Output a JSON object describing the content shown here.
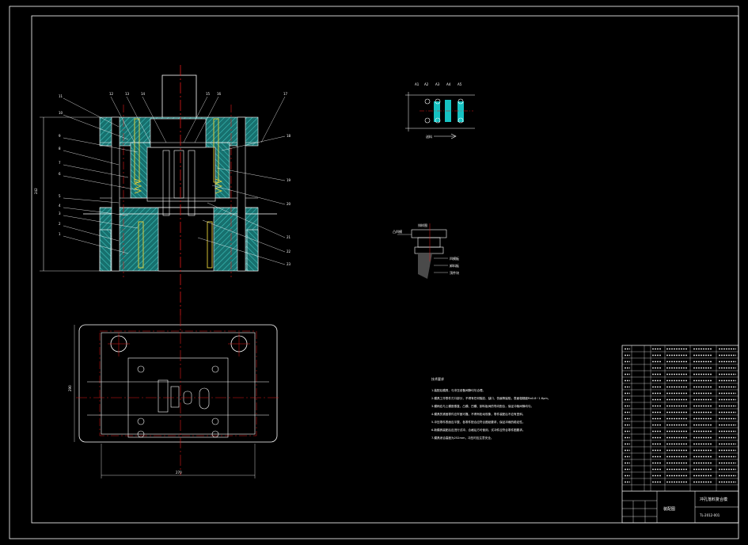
{
  "colors": {
    "background": "#000000",
    "line": "#ffffff",
    "hatch": "#1f8f8c",
    "center_line": "#e01b1b",
    "yellow": "#e6d23a",
    "cyan": "#16c2c2"
  },
  "section_view": {
    "left_leaders": [
      "11",
      "10",
      "9",
      "8",
      "7",
      "6",
      "5",
      "4",
      "3",
      "2",
      "1"
    ],
    "top_leaders": [
      "12",
      "13",
      "14",
      "15",
      "16",
      "17"
    ],
    "right_leaders": [
      "18",
      "19",
      "20",
      "21",
      "22",
      "23"
    ],
    "height_dim": "242"
  },
  "plan_view": {
    "height_dim": "290",
    "width_dim": "270"
  },
  "strip_layout": {
    "labels": [
      "A1",
      "A2",
      "A3",
      "A4",
      "A5"
    ],
    "feed_label": "送料"
  },
  "detail_view": {
    "labels": [
      "排样图",
      "凸凹模",
      "凹模板",
      "卸料板",
      "顶件块"
    ]
  },
  "notes": {
    "title": "技术要求",
    "lines": [
      "1.装配后模具，与冲压设备间隙均匀合理。",
      "2.模具工作零件刃口部分，不得有任何裂纹、缺口、伤痕等缺陷，表面粗糙度Ra0.8~1.6μm。",
      "3.模柄应与上模座垂直，凸模、凹模、卸料板间的导向配合，保证冲裁间隙均匀。",
      "4.模具的紧固零件应牢固可靠，不得有松动现象，零件装配后不应有歪斜。",
      "5.冲压零件表面应平整，各零件配合应符合图纸要求，保证冲裁的稳定性。",
      "6.新模具装配后应进行试冲，合格后方可使用，试冲件应符合零件图要求。",
      "7.模具闭合高度为252mm，冲压时应注意安全。"
    ]
  },
  "title_block": {
    "title": "冲孔落料复合模",
    "drawing_name": "装配图",
    "drawing_code": "TL-2012-001"
  }
}
